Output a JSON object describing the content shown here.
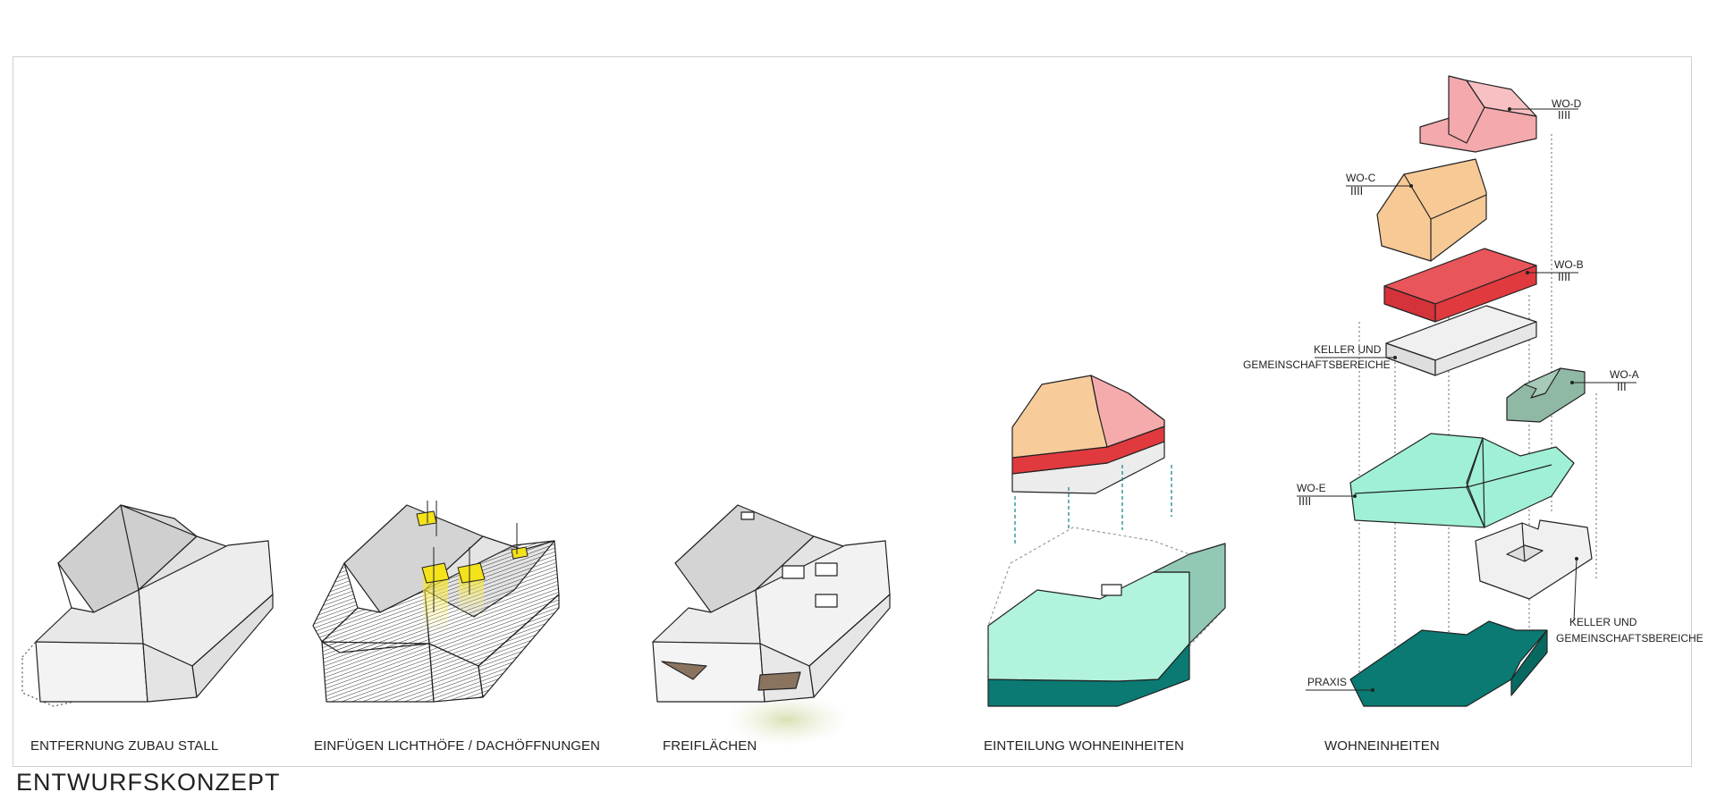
{
  "page": {
    "title": "ENTWURFSKONZEPT"
  },
  "steps": [
    {
      "caption": "ENTFERNUNG ZUBAU STALL"
    },
    {
      "caption": "EINFÜGEN LICHTHÖFE / DACHÖFFNUNGEN"
    },
    {
      "caption": "FREIFLÄCHEN"
    },
    {
      "caption": "EINTEILUNG WOHNEINHEITEN"
    },
    {
      "caption": "WOHNEINHEITEN"
    }
  ],
  "units": {
    "wo_d": {
      "label": "WO-D",
      "people": "ⵏⵏⵏⵏ"
    },
    "wo_c": {
      "label": "WO-C",
      "people": "ⵏⵏⵏⵏ"
    },
    "wo_b": {
      "label": "WO-B",
      "people": "ⵏⵏⵏⵏ"
    },
    "wo_a": {
      "label": "WO-A",
      "people": "ⵏⵏⵏ"
    },
    "wo_e": {
      "label": "WO-E",
      "people": "ⵏⵏⵏⵏ"
    },
    "keller_top": {
      "line1": "KELLER UND",
      "line2": "GEMEINSCHAFTSBEREICHE"
    },
    "keller_bottom": {
      "line1": "KELLER UND",
      "line2": "GEMEINSCHAFTSBEREICHE"
    },
    "praxis": {
      "label": "PRAXIS"
    }
  },
  "colors": {
    "wo_d": "#f4a9ad",
    "wo_c": "#f7c995",
    "wo_b": "#e03a3e",
    "keller": "#ececec",
    "wo_a": "#8fb8a5",
    "wo_e": "#9ff0d6",
    "praxis": "#0a7a72",
    "skylight": "#f4e21a"
  }
}
